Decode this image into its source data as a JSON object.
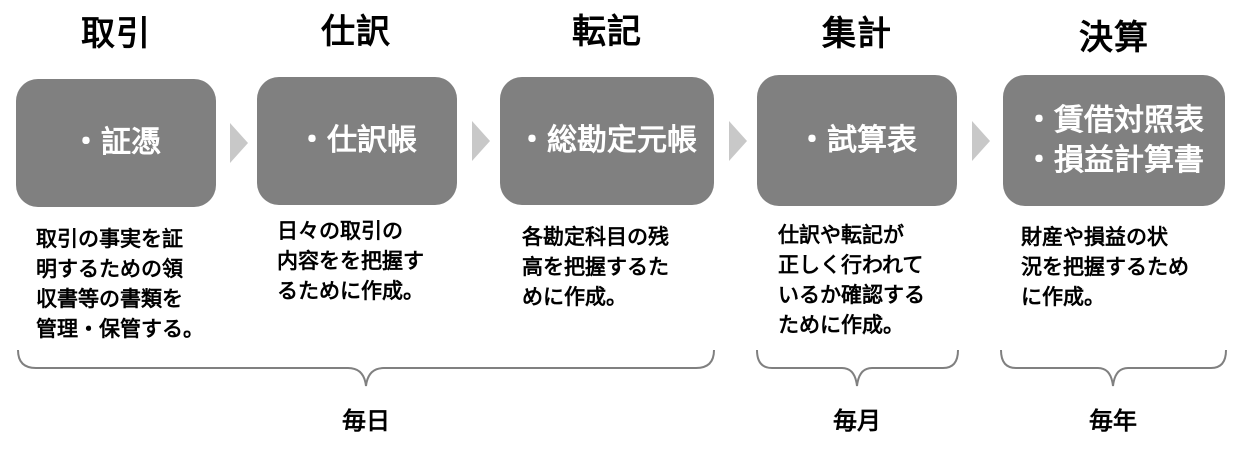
{
  "stages": [
    {
      "title": "取引",
      "box_lines": [
        "・証憑"
      ],
      "desc_lines": [
        "取引の事実を証",
        "明するための領",
        "収書等の書類を",
        "管理・保管する。"
      ]
    },
    {
      "title": "仕訳",
      "box_lines": [
        "・仕訳帳"
      ],
      "desc_lines": [
        "日々の取引の",
        "内容をを把握す",
        "るために作成。"
      ]
    },
    {
      "title": "転記",
      "box_lines": [
        "・総勘定元帳"
      ],
      "desc_lines": [
        "各勘定科目の残",
        "高を把握するた",
        "めに作成。"
      ]
    },
    {
      "title": "集計",
      "box_lines": [
        "・試算表"
      ],
      "desc_lines": [
        "仕訳や転記が",
        "正しく行われて",
        "いるか確認する",
        "ために作成。"
      ]
    },
    {
      "title": "決算",
      "box_lines": [
        "・賃借対照表",
        "・損益計算書"
      ],
      "desc_lines": [
        "財産や損益の状",
        "況を把握するため",
        "に作成。"
      ]
    }
  ],
  "periods": [
    {
      "label": "毎日"
    },
    {
      "label": "毎月"
    },
    {
      "label": "毎年"
    }
  ],
  "colors": {
    "box": "#808080",
    "box_text": "#ffffff",
    "arrow": "#c8c8c8",
    "bracket": "#808080"
  },
  "icons": [
    "chevron-right-icon"
  ]
}
